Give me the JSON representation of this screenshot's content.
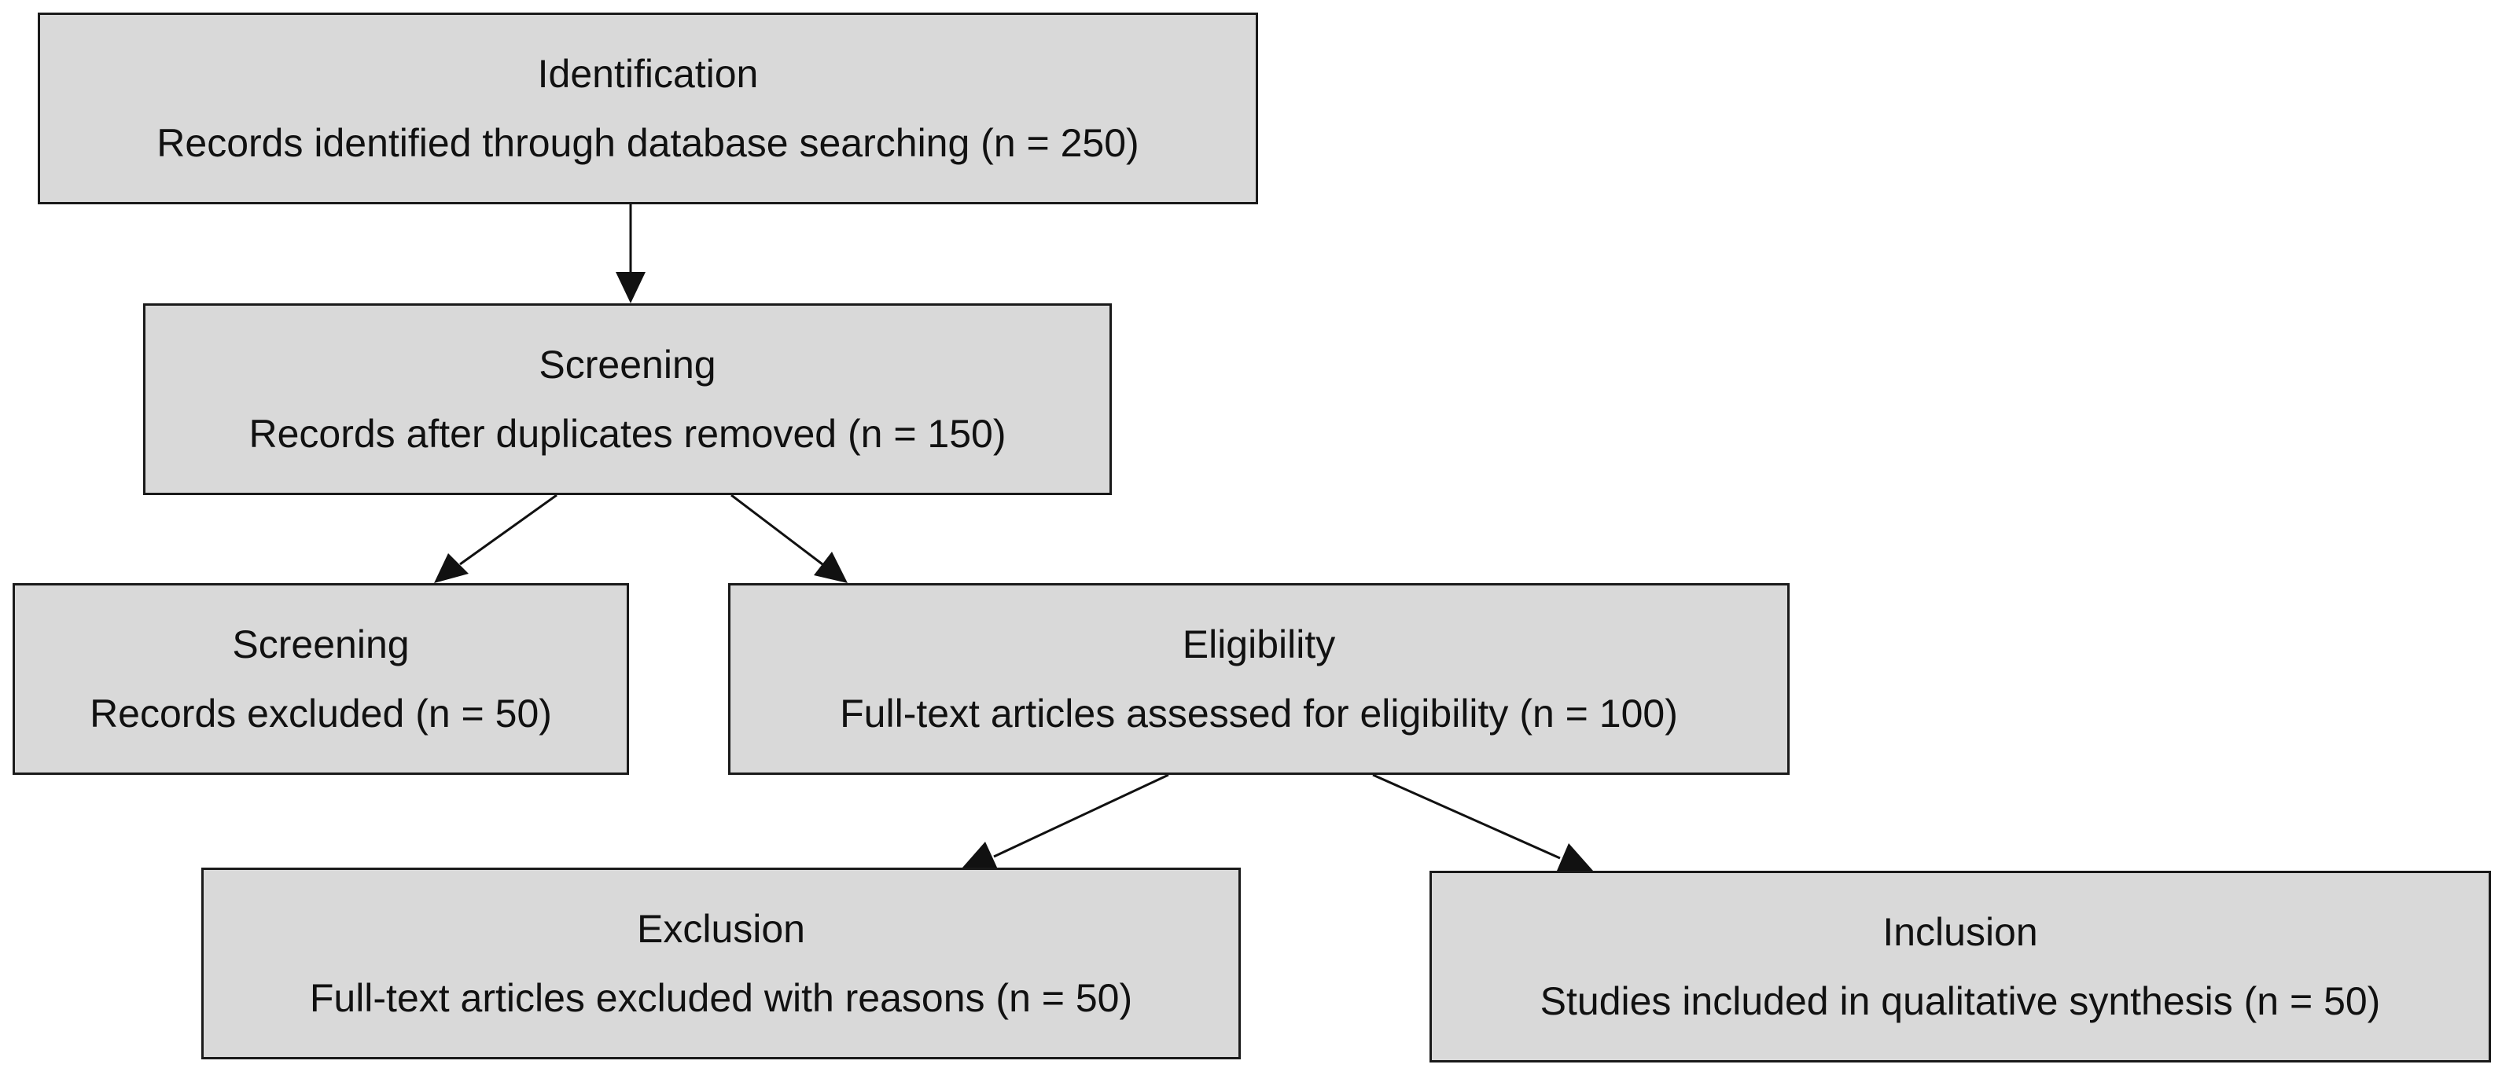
{
  "colors": {
    "box_fill": "#d9d9d9",
    "box_border": "#1a1a1a",
    "arrow": "#111111",
    "text": "#111111"
  },
  "boxes": {
    "identification": {
      "stage": "Identification",
      "description": "Records identified through database searching (n = 250)"
    },
    "screening": {
      "stage": "Screening",
      "description": "Records after duplicates removed (n = 150)"
    },
    "excluded": {
      "stage": "Screening",
      "description": "Records excluded (n = 50)"
    },
    "eligibility": {
      "stage": "Eligibility",
      "description": "Full-text articles assessed for eligibility (n = 100)"
    },
    "exclusion": {
      "stage": "Exclusion",
      "description": "Full-text articles excluded with reasons (n = 50)"
    },
    "inclusion": {
      "stage": "Inclusion",
      "description": "Studies included in qualitative synthesis (n = 50)"
    }
  },
  "connections": [
    {
      "from": "identification",
      "to": "screening"
    },
    {
      "from": "screening",
      "to": "excluded"
    },
    {
      "from": "screening",
      "to": "eligibility"
    },
    {
      "from": "eligibility",
      "to": "exclusion"
    },
    {
      "from": "eligibility",
      "to": "inclusion"
    }
  ]
}
